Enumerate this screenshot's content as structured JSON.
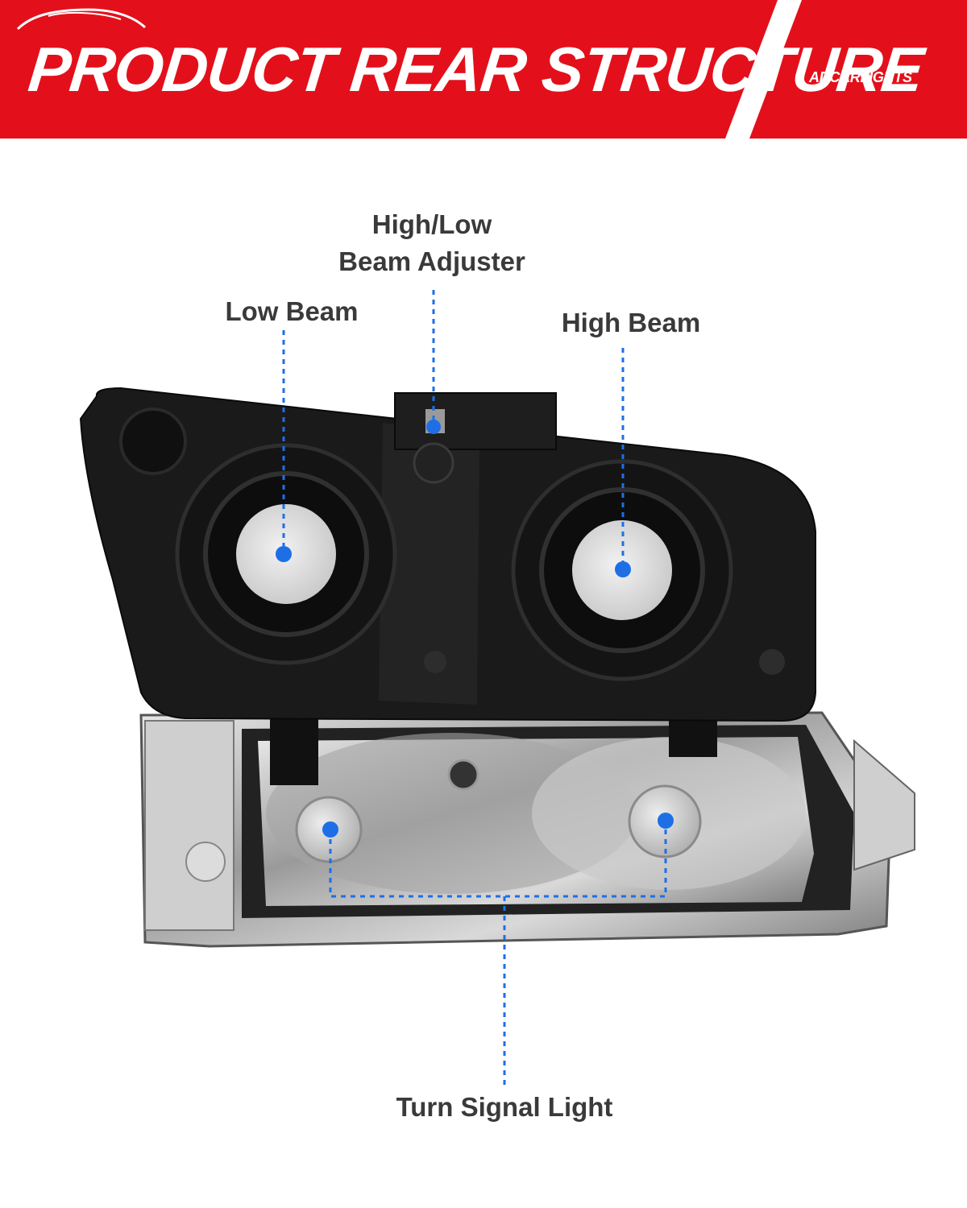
{
  "banner": {
    "title": "PRODUCT REAR STRUCTURE",
    "brand": "ADCARLIGHTS",
    "color_red": "#e3101b",
    "color_white": "#ffffff"
  },
  "callouts": {
    "adjuster_line1": "High/Low",
    "adjuster_line2": "Beam Adjuster",
    "low_beam": "Low Beam",
    "high_beam": "High Beam",
    "turn_signal": "Turn Signal Light"
  },
  "colors": {
    "callout_blue": "#1e6fe6",
    "label_text": "#3a3a3a",
    "housing_black": "#1a1a1a",
    "chrome": "#b9b9b9"
  }
}
